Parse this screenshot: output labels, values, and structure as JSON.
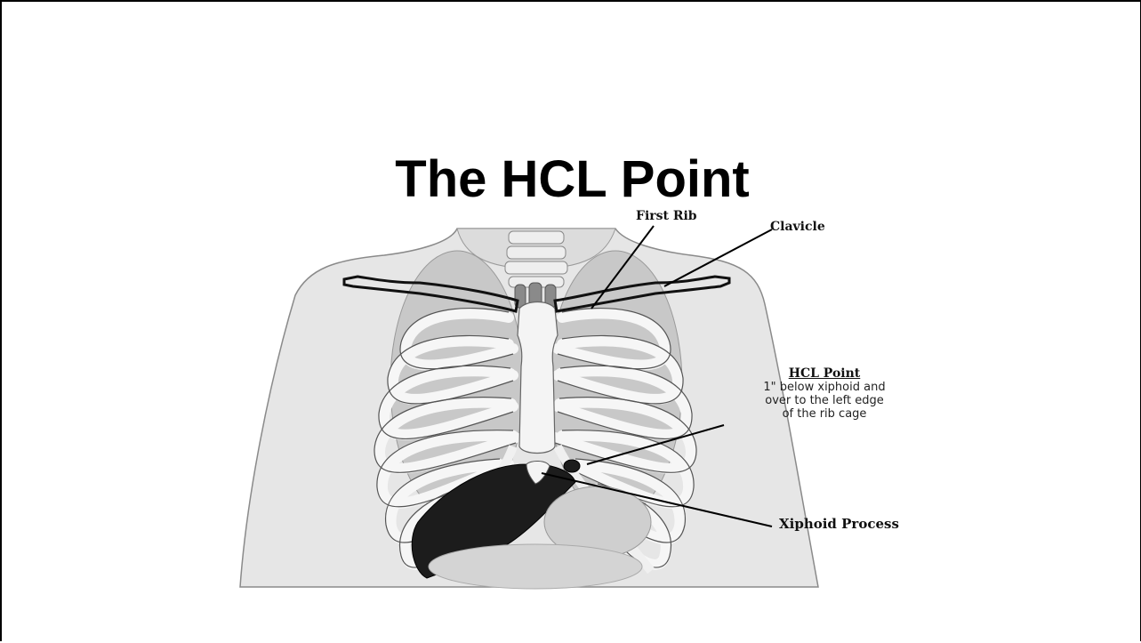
{
  "slide": {
    "title": "The HCL Point"
  },
  "diagram": {
    "labels": {
      "first_rib": "First Rib",
      "clavicle": "Clavicle",
      "xiphoid": "Xiphoid Process",
      "hcl_title": "HCL Point",
      "hcl_line1": "1\" below xiphoid and",
      "hcl_line2": "over to the left edge",
      "hcl_line3": "of the rib cage"
    },
    "colors": {
      "skin": "#e6e6e6",
      "bone": "#f6f6f6",
      "outline": "#555555",
      "liver": "#1c1c1c",
      "organ": "#c8c8c8",
      "leader": "#000000"
    }
  }
}
